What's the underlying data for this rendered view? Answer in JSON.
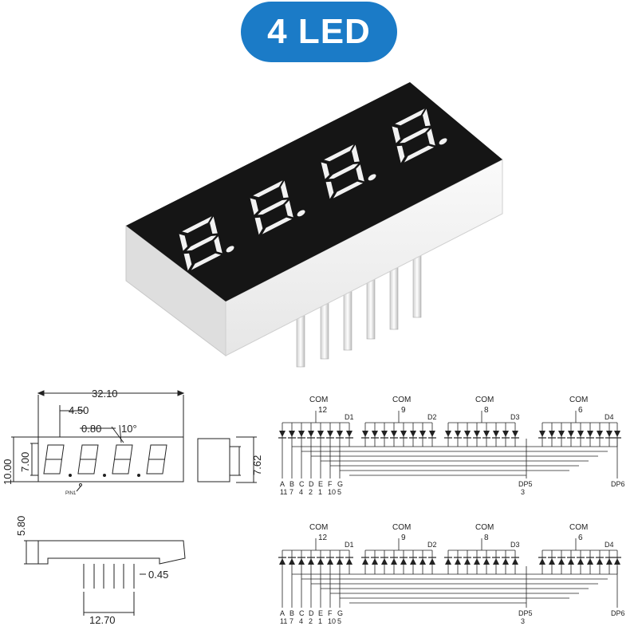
{
  "title": "4 LED",
  "dimensions": {
    "width": "32.10",
    "pitch": "4.50",
    "dp_offset": "0.80",
    "angle": "10°",
    "height": "10.00",
    "digit_height": "7.00",
    "side_height": "7.62",
    "depth": "5.80",
    "pin_diameter": "0.45",
    "pin_span": "12.70",
    "pin1_marker": "PIN1"
  },
  "schematic": {
    "com_label": "COM",
    "com_pins": [
      "12",
      "9",
      "8",
      "6"
    ],
    "digit_labels": [
      "D1",
      "D2",
      "D3",
      "D4"
    ],
    "segment_letters": [
      "A",
      "B",
      "C",
      "D",
      "E",
      "F",
      "G"
    ],
    "segment_pins": [
      "11",
      "7",
      "4",
      "2",
      "1",
      "10",
      "5"
    ],
    "dp5_label": "DP5",
    "dp5_pin": "3",
    "dp6_label": "DP6"
  },
  "colors": {
    "badge": "#1b7bc7",
    "display_face": "#151515",
    "segment": "#f2f2f2",
    "body": "#f3f3f3"
  }
}
